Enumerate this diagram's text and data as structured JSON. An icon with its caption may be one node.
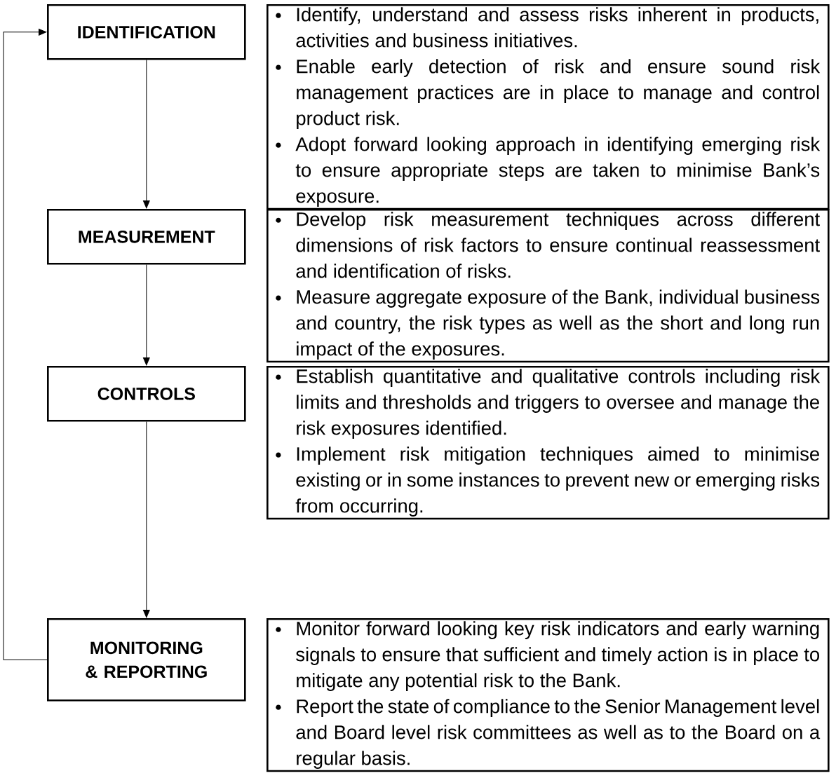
{
  "diagram": {
    "nodes": [
      {
        "text": [
          "IDENTIFICATION"
        ]
      },
      {
        "text": [
          "Identify, understand and assess risks inherent in products, activities and business initiatives.",
          "Enable early detection of risk and ensure sound risk management practices are in place to manage and control product risk.",
          "Adopt forward looking approach in identifying emerging risk to ensure appropriate steps are taken to minimise Bank’s exposure."
        ]
      },
      {
        "text": [
          "MEASUREMENT"
        ]
      },
      {
        "text": [
          "Develop risk measurement techniques across different dimensions of risk factors to ensure continual reassessment and identification of risks.",
          "Measure aggregate exposure of the Bank, individual business and country, the risk types as well as the short and long run impact of the exposures."
        ]
      },
      {
        "text": [
          "CONTROLS"
        ]
      },
      {
        "text": [
          "Establish quantitative and qualitative controls including risk limits and thresholds and triggers to oversee and manage the risk exposures identified.",
          "Implement risk mitigation techniques aimed to minimise existing or in some instances to prevent new or emerging risks from occurring."
        ]
      },
      {
        "text": [
          "MONITORING & REPORTING"
        ]
      },
      {
        "text": [
          "Monitor forward looking key risk indicators and early warning signals to ensure that sufficient and timely action is in place to mitigate any potential risk to the Bank.",
          "Report the state of compliance to the Senior Management level and Board level risk committees as well as to the Board on a regular basis."
        ]
      }
    ],
    "edges": [
      {
        "from": 0,
        "to": 2,
        "arrow": "to"
      },
      {
        "from": 2,
        "to": 4,
        "arrow": "to"
      },
      {
        "from": 4,
        "to": 6,
        "arrow": "to"
      },
      {
        "from": 6,
        "to": 0,
        "arrow": "to"
      }
    ]
  }
}
